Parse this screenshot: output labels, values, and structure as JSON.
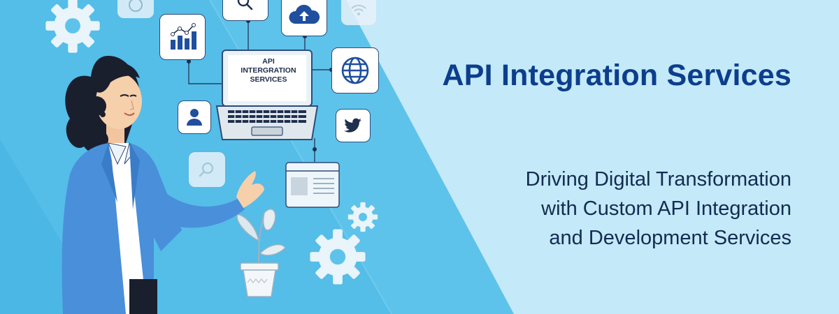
{
  "banner": {
    "title": "API Integration Services",
    "subtitle_lines": [
      "Driving Digital Transformation",
      "with Custom API Integration",
      "and Development Services"
    ],
    "laptop_screen_lines": [
      "API",
      "INTERGRATION",
      "SERVICES"
    ]
  },
  "colors": {
    "background": "#c4e9f8",
    "band": "#5ec3ea",
    "title": "#0c3e8c",
    "subtitle": "#132c52",
    "icon_blue": "#1f4f9e"
  },
  "icons": [
    "whatsapp-icon",
    "search-icon",
    "cloud-upload-icon",
    "wifi-icon",
    "bar-chart-icon",
    "globe-icon",
    "user-icon",
    "twitter-icon",
    "magnifier-icon",
    "webpage-icon",
    "gear-icon",
    "laptop-icon",
    "plant-icon"
  ]
}
